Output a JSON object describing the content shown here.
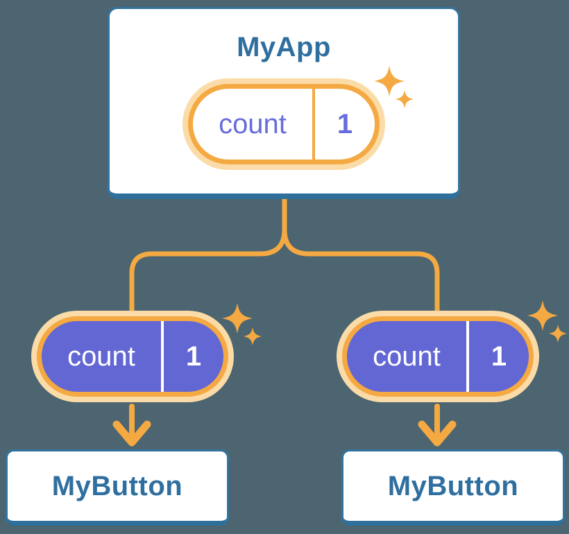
{
  "diagram": {
    "description": "Component tree with shared state lifted to parent",
    "background_color": "#4C6570",
    "palette": {
      "orange": "#F5A942",
      "orange_halo": "#FBDCA8",
      "purple_fill": "#6367D4",
      "purple_text": "#676CDB",
      "card_border": "#33749F",
      "card_border_bottom": "#2E6F9B",
      "card_background": "#FFFFFF",
      "title_text": "#2F6F9F",
      "pill_text_light": "#FFFFFF"
    },
    "icons": {
      "sparkle": "sparkle-icon",
      "arrow": "arrow-down-icon",
      "connector": "tree-connector"
    },
    "root_component": {
      "title": "MyApp",
      "state_pill": {
        "name": "count",
        "value": "1"
      }
    },
    "children": [
      {
        "title": "MyButton",
        "state_pill": {
          "name": "count",
          "value": "1"
        }
      },
      {
        "title": "MyButton",
        "state_pill": {
          "name": "count",
          "value": "1"
        }
      }
    ]
  }
}
